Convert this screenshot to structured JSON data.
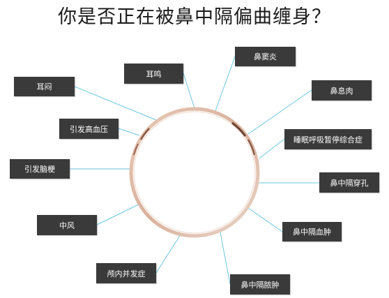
{
  "title": "你是否正在被鼻中隔偏曲缠身？",
  "colors": {
    "box_bg": "#3a3a3a",
    "box_text": "#ffffff",
    "connector": "#6cc6e0",
    "ring": "#dcb8a6",
    "ring_dark": "#7a4a36"
  },
  "items": [
    {
      "id": "bidouyan",
      "label": "鼻窦炎"
    },
    {
      "id": "erming",
      "label": "耳鸣"
    },
    {
      "id": "bixirou",
      "label": "鼻息肉"
    },
    {
      "id": "ermen",
      "label": "耳闷"
    },
    {
      "id": "shuimian",
      "label": "睡眠呼吸暂停综合症"
    },
    {
      "id": "gaoxueya",
      "label": "引发高血压"
    },
    {
      "id": "naogeng",
      "label": "引发脑梗"
    },
    {
      "id": "chuankong",
      "label": "鼻中隔穿孔"
    },
    {
      "id": "zhongfeng",
      "label": "中风"
    },
    {
      "id": "xuezhong",
      "label": "鼻中隔血肿"
    },
    {
      "id": "lunei",
      "label": "颅内并发症"
    },
    {
      "id": "nongzhong",
      "label": "鼻中隔脓肿"
    }
  ]
}
